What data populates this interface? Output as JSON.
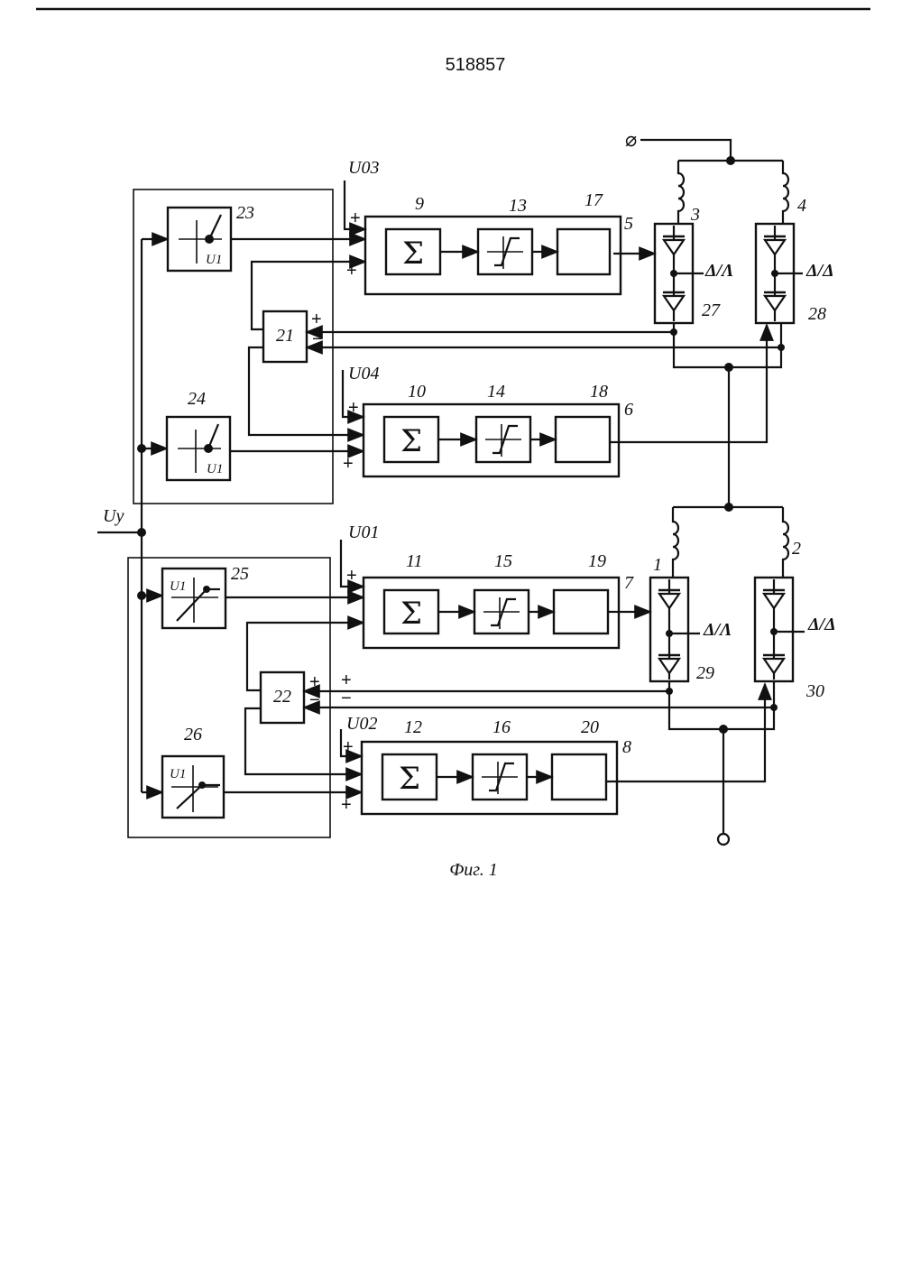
{
  "header": {
    "patent_number": "518857"
  },
  "caption": "Фиг. 1",
  "inputs": {
    "uy": "Uу",
    "u01": "U01",
    "u02": "U02",
    "u03": "U03",
    "u04": "U04"
  },
  "signs": {
    "plus": "+",
    "minus": "−"
  },
  "channels": [
    {
      "num": "5",
      "sum": "9",
      "limiter": "13",
      "pulse": "17"
    },
    {
      "num": "6",
      "sum": "10",
      "limiter": "14",
      "pulse": "18"
    },
    {
      "num": "7",
      "sum": "11",
      "limiter": "15",
      "pulse": "19"
    },
    {
      "num": "8",
      "sum": "12",
      "limiter": "16",
      "pulse": "20"
    }
  ],
  "function_blocks": [
    {
      "num": "23",
      "u": "U1"
    },
    {
      "num": "24",
      "u": "U1"
    },
    {
      "num": "25",
      "u": "U1"
    },
    {
      "num": "26",
      "u": "U1"
    }
  ],
  "comparators": [
    "21",
    "22"
  ],
  "windings": [
    "1",
    "2",
    "3",
    "4"
  ],
  "thyristor_units": [
    {
      "num": "27",
      "mark": "Δ/Λ"
    },
    {
      "num": "28",
      "mark": "Δ/Δ"
    },
    {
      "num": "29",
      "mark": "Δ/Λ"
    },
    {
      "num": "30",
      "mark": "Δ/Δ"
    }
  ],
  "symbols": {
    "sum": "Σ",
    "terminal_top": "⌀"
  }
}
